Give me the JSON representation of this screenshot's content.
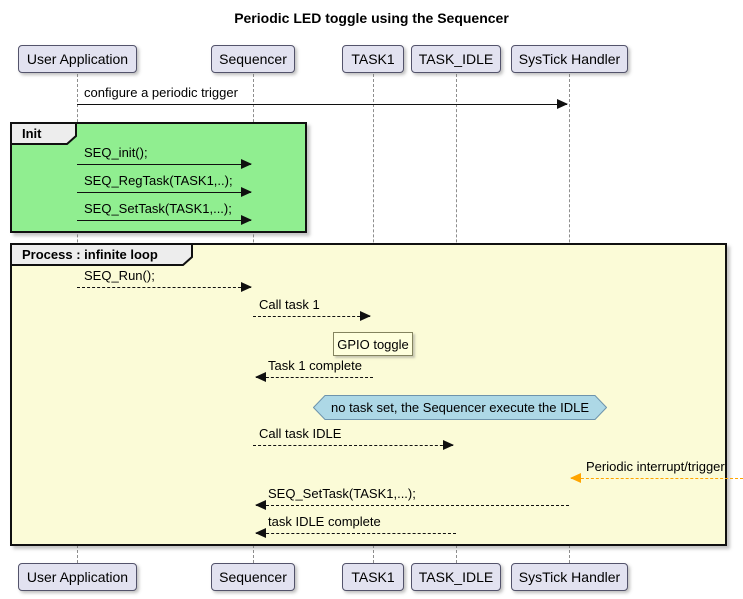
{
  "title": "Periodic LED toggle using the Sequencer",
  "participants": [
    {
      "name": "User Application"
    },
    {
      "name": "Sequencer"
    },
    {
      "name": "TASK1"
    },
    {
      "name": "TASK_IDLE"
    },
    {
      "name": "SysTick Handler"
    }
  ],
  "frames": [
    {
      "label": "Init",
      "fill": "#90EE90"
    },
    {
      "label": "Process : infinite loop",
      "fill": "#FBFBD7"
    }
  ],
  "messages": [
    {
      "label": "configure a periodic trigger",
      "from": "User Application",
      "to": "SysTick Handler",
      "line": "solid",
      "color": "#101010"
    },
    {
      "label": "SEQ_init();",
      "from": "User Application",
      "to": "Sequencer",
      "line": "solid",
      "color": "#101010"
    },
    {
      "label": "SEQ_RegTask(TASK1,..);",
      "from": "User Application",
      "to": "Sequencer",
      "line": "solid",
      "color": "#101010"
    },
    {
      "label": "SEQ_SetTask(TASK1,...);",
      "from": "User Application",
      "to": "Sequencer",
      "line": "solid",
      "color": "#101010"
    },
    {
      "label": "SEQ_Run();",
      "from": "User Application",
      "to": "Sequencer",
      "line": "dashed",
      "color": "#101010"
    },
    {
      "label": "Call task 1",
      "from": "Sequencer",
      "to": "TASK1",
      "line": "dashed",
      "color": "#101010"
    },
    {
      "label": "Task 1 complete",
      "from": "TASK1",
      "to": "Sequencer",
      "line": "dashed",
      "color": "#101010"
    },
    {
      "label": "Call task IDLE",
      "from": "Sequencer",
      "to": "TASK_IDLE",
      "line": "dashed",
      "color": "#101010"
    },
    {
      "label": "Periodic interrupt/trigger",
      "from": "outside-right",
      "to": "SysTick Handler",
      "line": "dashed",
      "color": "#FFA500"
    },
    {
      "label": "SEQ_SetTask(TASK1,...);",
      "from": "SysTick Handler",
      "to": "Sequencer",
      "line": "dashed",
      "color": "#101010"
    },
    {
      "label": "task IDLE complete",
      "from": "TASK_IDLE",
      "to": "Sequencer",
      "line": "dashed",
      "color": "#101010"
    }
  ],
  "notes": [
    {
      "label": "GPIO toggle",
      "type": "rect",
      "fill": "#FEFFDD",
      "over": "TASK1"
    },
    {
      "label": "no task set, the Sequencer execute the IDLE",
      "type": "hexagon",
      "fill": "#ADD8E6"
    }
  ],
  "colors": {
    "participant_fill": "#E2E2F0",
    "init_frame_fill": "#90EE90",
    "process_frame_fill": "#FBFBD7",
    "frame_label_fill": "#EDEDED",
    "note_fill": "#FEFFDD",
    "hex_note_fill": "#ADD8E6",
    "async_arrow": "#FFA500",
    "lifeline": "#8E8E8E"
  }
}
